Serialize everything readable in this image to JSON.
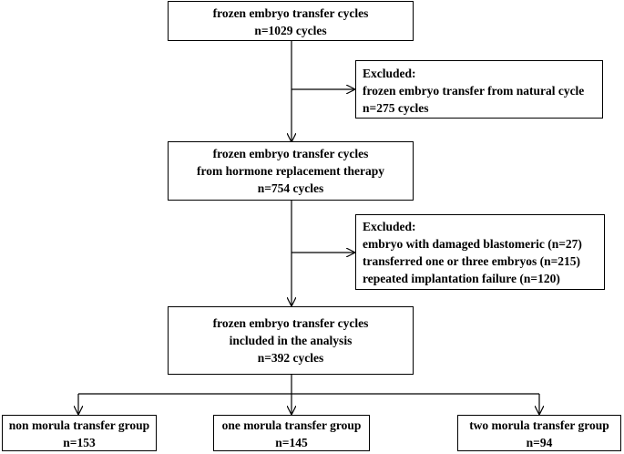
{
  "box1": {
    "lines": [
      "frozen embryo transfer cycles",
      "n=1029 cycles"
    ]
  },
  "excluded1": {
    "lines": [
      "Excluded:",
      "frozen embryo transfer from natural cycle",
      "n=275 cycles"
    ]
  },
  "box2": {
    "lines": [
      "frozen embryo transfer cycles",
      "from hormone replacement therapy",
      "n=754 cycles"
    ]
  },
  "excluded2": {
    "lines": [
      "Excluded:",
      "embryo with damaged blastomeric (n=27)",
      "transferred one or three embryos (n=215)",
      "repeated implantation failure (n=120)"
    ]
  },
  "box3": {
    "lines": [
      "frozen embryo transfer cycles",
      "included in the analysis",
      "n=392 cycles"
    ]
  },
  "groups": [
    {
      "lines": [
        "non morula transfer group",
        "n=153"
      ]
    },
    {
      "lines": [
        "one morula transfer group",
        "n=145"
      ]
    },
    {
      "lines": [
        "two morula transfer group",
        "n=94"
      ]
    }
  ]
}
